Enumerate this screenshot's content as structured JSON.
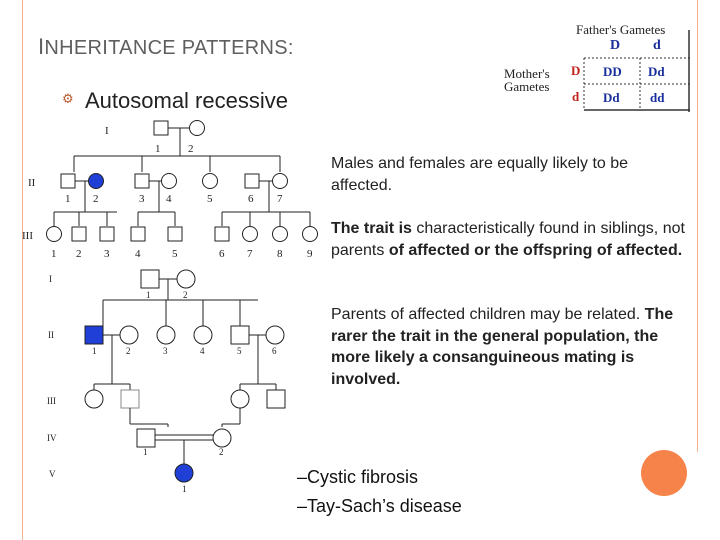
{
  "slide": {
    "title_first": "I",
    "title_rest": "NHERITANCE PATTERNS:",
    "subtitle": "Autosomal recessive",
    "punnett": {
      "fathers_label": "Father's Gametes",
      "mothers_label_1": "Mother's",
      "mothers_label_2": "Gametes",
      "col_1": "D",
      "col_2": "d",
      "row_1": "D",
      "row_2": "d",
      "cell_11": "DD",
      "cell_12": "Dd",
      "cell_21": "Dd",
      "cell_22": "dd"
    },
    "para_1": "Males and females are equally likely to be affected.",
    "para_2_a": "The trait is ",
    "para_2_b": "characteristically found in siblings, not parents",
    "para_2_c": " of affected or the offspring of affected.",
    "para_3_a": "Parents of affected children may be related.",
    "para_3_b": " The rarer the trait in the general population, the more likely a consanguineous mating is involved.",
    "item_1": "–Cystic fibrosis",
    "item_2": "–Tay-Sach’s disease",
    "colors": {
      "accent": "#f6844a",
      "affected": "#1f3fd6",
      "border": "#f2b08c"
    }
  },
  "pedigree_top": {
    "gen_I": "I",
    "gen_II": "II",
    "gen_III": "III",
    "gen_I_numbers": [
      "1",
      "2"
    ],
    "gen_II_numbers": [
      "1",
      "2",
      "3",
      "4",
      "5",
      "6",
      "7"
    ],
    "gen_III_numbers": [
      "1",
      "2",
      "3",
      "4",
      "5",
      "6",
      "7",
      "8",
      "9"
    ]
  },
  "pedigree_bottom": {
    "gen_I": "I",
    "gen_II": "II",
    "gen_III": "III",
    "gen_IV": "IV",
    "gen_V": "V",
    "gen_I_numbers": [
      "1",
      "2"
    ],
    "gen_II_numbers": [
      "1",
      "2",
      "3",
      "4",
      "5",
      "6"
    ],
    "gen_IV_numbers": [
      "1",
      "2"
    ],
    "gen_V_numbers": [
      "1"
    ]
  }
}
